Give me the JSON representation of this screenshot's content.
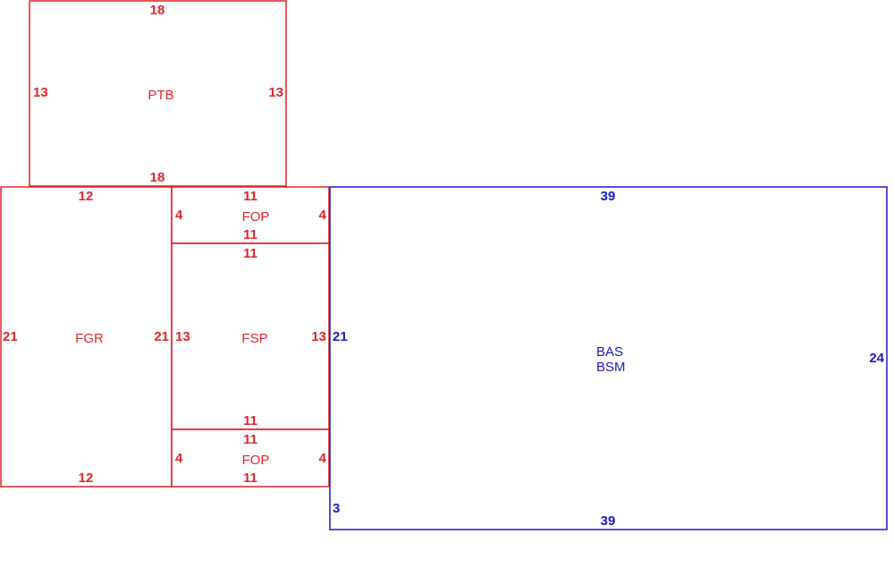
{
  "colors": {
    "attached": "#e0242a",
    "main": "#1a1ac8"
  },
  "areas": {
    "ptb": {
      "label": "PTB",
      "top": "18",
      "bottom": "18",
      "left": "13",
      "right": "13"
    },
    "fgr": {
      "label": "FGR",
      "top": "12",
      "bottom": "12",
      "left": "21",
      "right": "21"
    },
    "fop_top": {
      "label": "FOP",
      "top": "11",
      "bottom": "11",
      "left": "4",
      "right": "4"
    },
    "fsp": {
      "label": "FSP",
      "top": "11",
      "bottom": "11",
      "left": "13",
      "right": "13"
    },
    "fop_bottom": {
      "label": "FOP",
      "top": "11",
      "bottom": "11",
      "left": "4",
      "right": "4"
    },
    "bas": {
      "label_1": "BAS",
      "label_2": "BSM",
      "top": "39",
      "bottom": "39",
      "left": "21",
      "left_lower": "3",
      "right": "24"
    }
  }
}
